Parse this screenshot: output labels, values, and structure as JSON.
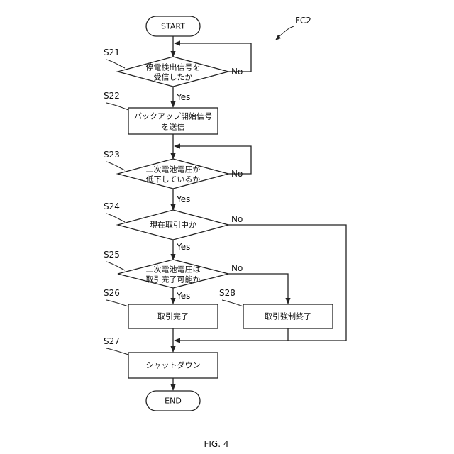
{
  "figure_label": "FIG. 4",
  "chart_id": "FC2",
  "terminals": {
    "start": "START",
    "end": "END"
  },
  "steps": {
    "s21": {
      "id": "S21",
      "lines": [
        "停電検出信号を",
        "受信したか"
      ]
    },
    "s22": {
      "id": "S22",
      "lines": [
        "バックアップ開始信号",
        "を送信"
      ]
    },
    "s23": {
      "id": "S23",
      "lines": [
        "二次電池電圧が",
        "低下しているか"
      ]
    },
    "s24": {
      "id": "S24",
      "lines": [
        "現在取引中か"
      ]
    },
    "s25": {
      "id": "S25",
      "lines": [
        "二次電池電圧は",
        "取引完了可能か"
      ]
    },
    "s26": {
      "id": "S26",
      "lines": [
        "取引完了"
      ]
    },
    "s27": {
      "id": "S27",
      "lines": [
        "シャットダウン"
      ]
    },
    "s28": {
      "id": "S28",
      "lines": [
        "取引強制終了"
      ]
    }
  },
  "branch_labels": {
    "yes": "Yes",
    "no": "No"
  }
}
